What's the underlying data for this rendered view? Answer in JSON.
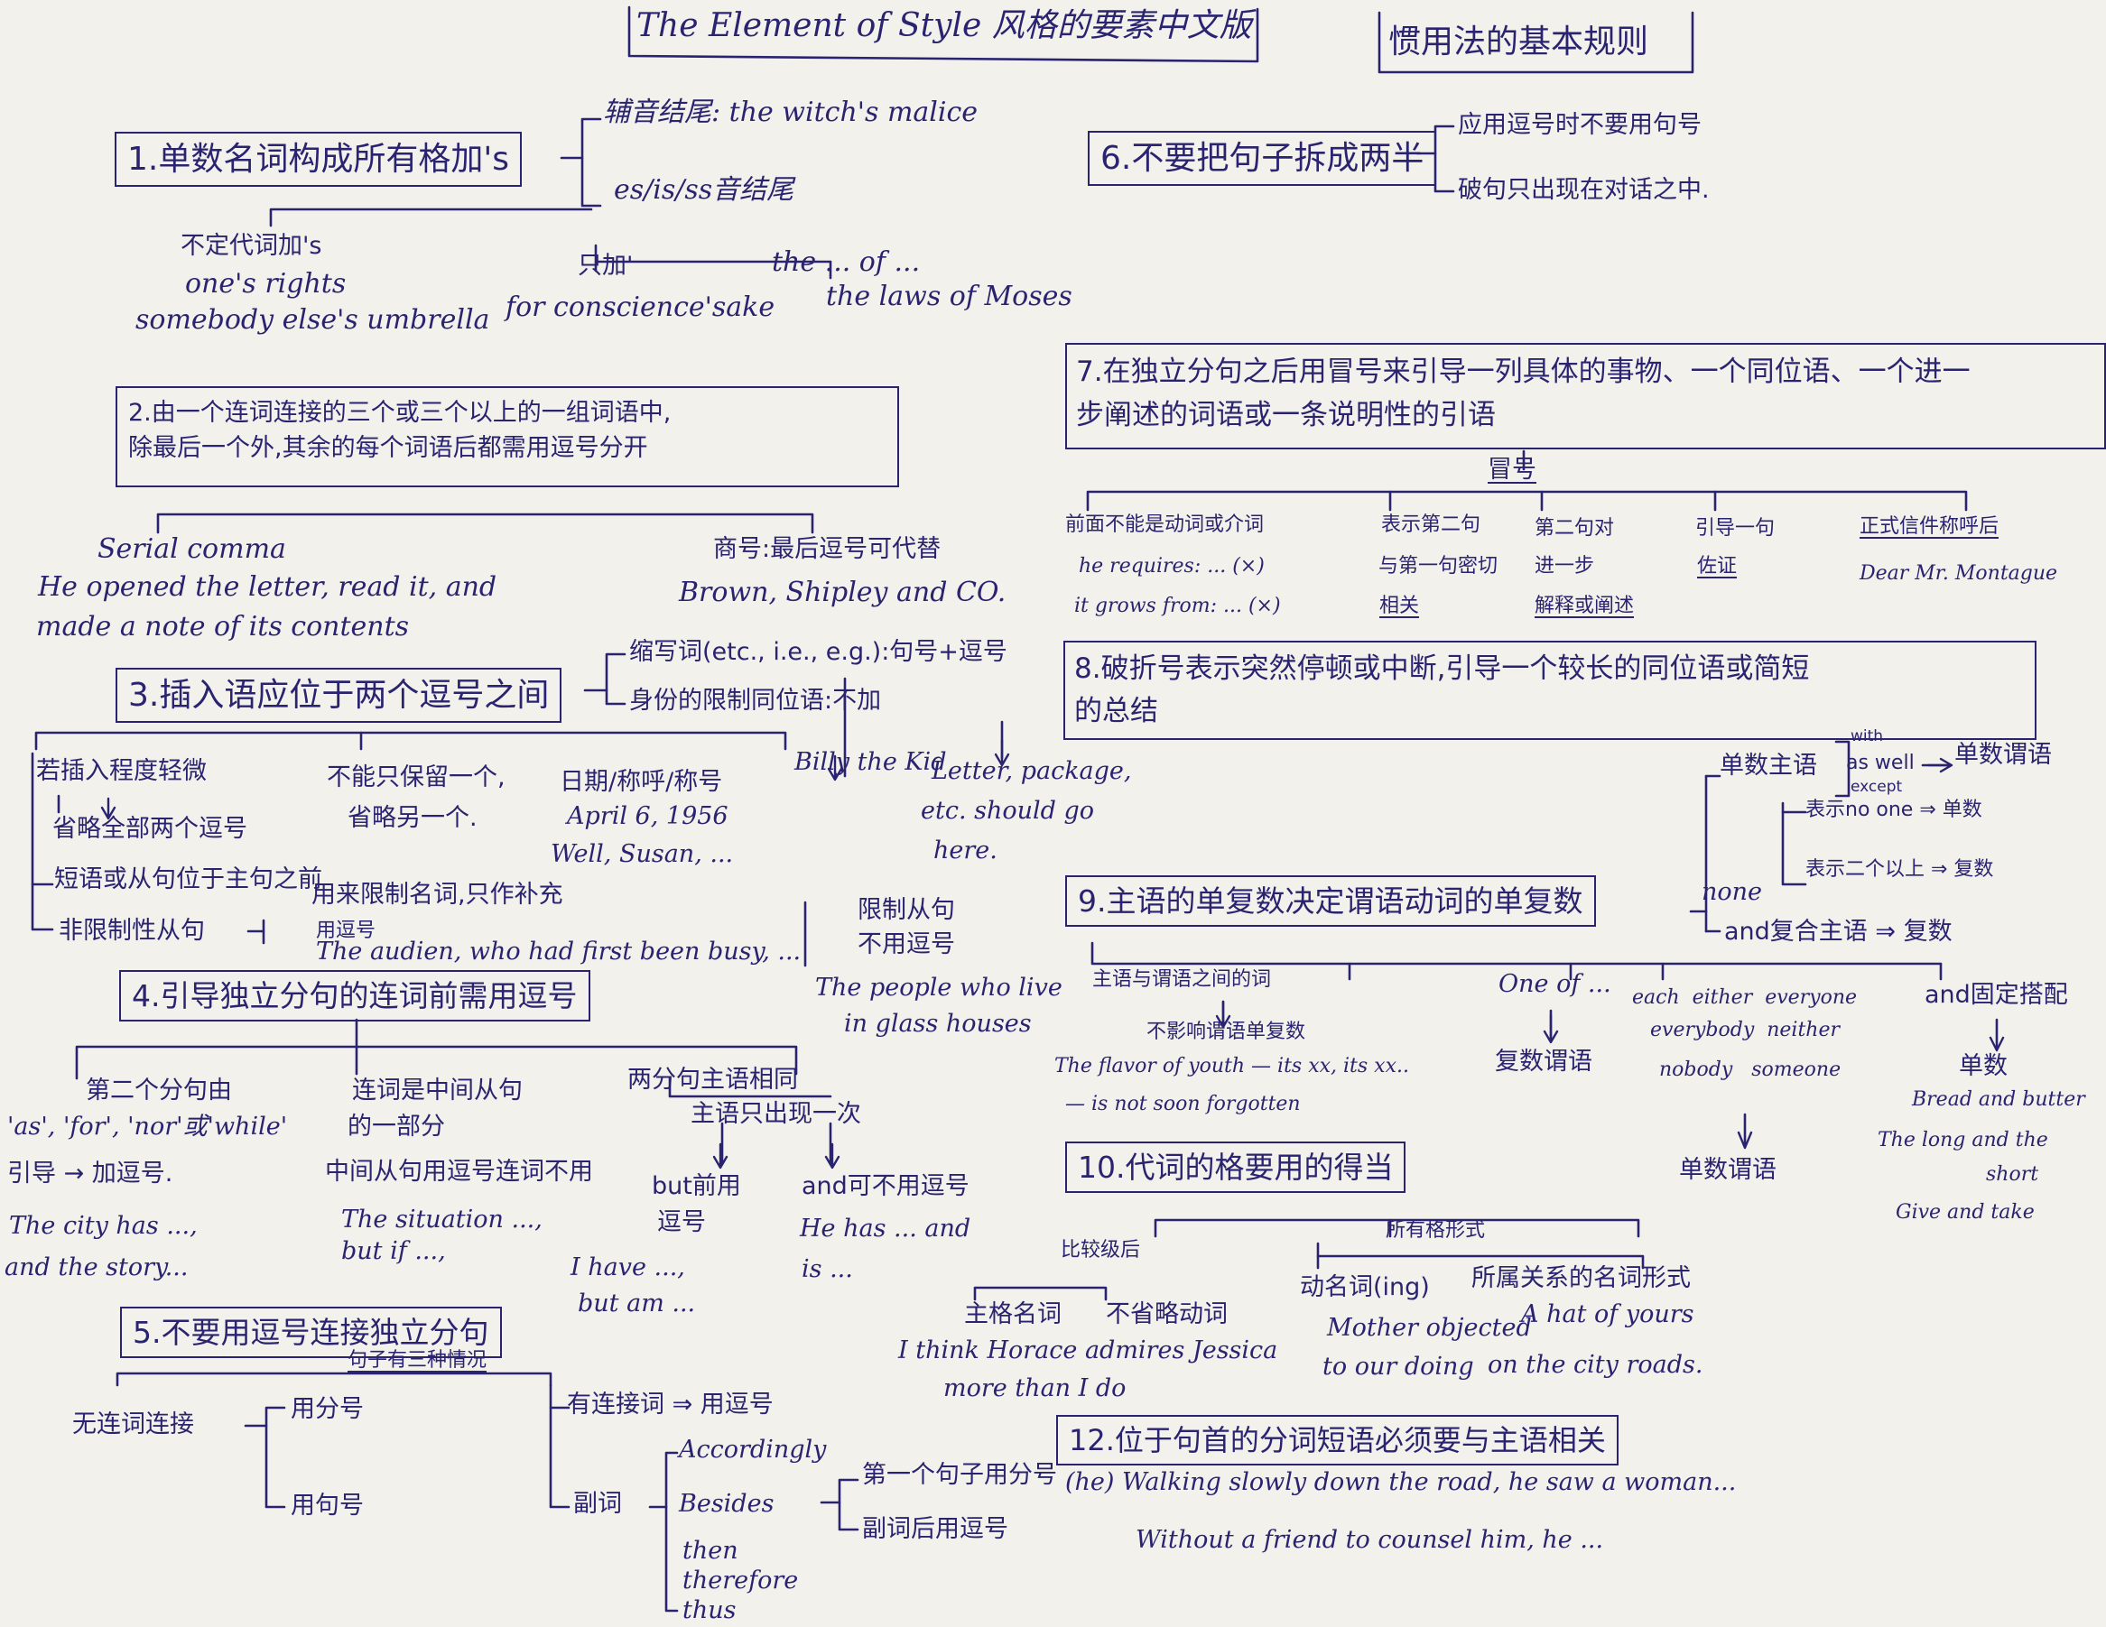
{
  "title": "The Element of Style 风格的要素中文版",
  "header_right": "惯用法的基本规则",
  "r1": {
    "heading": "1.单数名词构成所有格加's",
    "b1": "辅音结尾: the witch's malice",
    "b2": "es/is/ss音结尾",
    "pron": "不定代词加's",
    "ex1": "one's rights",
    "ex2": "somebody else's umbrella",
    "only": "只加'",
    "only_ex": "for conscience'sake",
    "of_pat": "the ... of ...",
    "of_ex": "the laws of Moses"
  },
  "r2": {
    "heading_line1": "2.由一个连词连接的三个或三个以上的一组词语中,",
    "heading_line2": "除最后一个外,其余的每个词语后都需用逗号分开",
    "serial": "Serial comma",
    "serial_ex1": "He opened the letter, read it, and",
    "serial_ex2": "made a note of its contents",
    "biz": "商号:最后逗号可代替",
    "biz_ex": "Brown, Shipley and CO."
  },
  "r3": {
    "heading": "3.插入语应位于两个逗号之间",
    "abbr": "缩写词(etc., i.e., e.g.):句号+逗号",
    "restr": "身份的限制同位语:不加",
    "billy": "Billy the Kid",
    "letter1": "Letter, package,",
    "letter2": "etc. should go",
    "letter3": "here.",
    "light1": "若插入程度轻微",
    "light2": "省略全部两个逗号",
    "cant1": "不能只保留一个,",
    "cant2": "省略另一个.",
    "date1": "日期/称呼/称号",
    "date2": "April 6, 1956",
    "date3": "Well, Susan, ...",
    "phrase": "短语或从句位于主句之前",
    "nonres_label": "用来限制名词,只作补充",
    "nonres": "非限制性从句",
    "comma_use": "用逗号",
    "adv_ex": "The audien, who had first been busy, ...",
    "res": "限制从句",
    "res_no": "不用逗号",
    "res_ex1": "The people who live",
    "res_ex2": "in glass houses"
  },
  "r4": {
    "heading": "4.引导独立分句的连词前需用逗号",
    "c1_1": "第二个分句由",
    "c1_2": "'as', 'for', 'nor'或'while'",
    "c1_3": "引导 → 加逗号.",
    "c1_ex1": "The city has ...,",
    "c1_ex2": "and the story...",
    "c2_1": "连词是中间从句",
    "c2_2": "的一部分",
    "c2_3": "中间从句用逗号连词不用",
    "c2_ex1": "The situation ...,",
    "c2_ex2": "but if ...,",
    "c3_1": "两分句主语相同",
    "c3_2": "主语只出现一次",
    "c3_but": "but前用",
    "c3_but2": "逗号",
    "c3_and": "and可不用逗号",
    "c3_ex1": "I have ...,",
    "c3_ex2": "but am ...",
    "c3_ex3": "He has ... and",
    "c3_ex4": "is ..."
  },
  "r5": {
    "heading": "5.不要用逗号连接独立分句",
    "sub": "句子有三种情况",
    "noconj": "无连词连接",
    "semi": "用分号",
    "period": "用句号",
    "conj": "有连接词 ⇒ 用逗号",
    "adv": "副词",
    "w1": "Accordingly",
    "w2": "Besides",
    "w3": "then",
    "w4": "therefore",
    "w5": "thus",
    "first": "第一个句子用分号",
    "after": "副词后用逗号"
  },
  "r6": {
    "heading": "6.不要把句子拆成两半",
    "b1": "应用逗号时不要用句号",
    "b2": "破句只出现在对话之中."
  },
  "r7": {
    "line1": "7.在独立分句之后用冒号来引导一列具体的事物、一个同位语、一个进一",
    "line2": "步阐述的词语或一条说明性的引语",
    "colon": "冒号",
    "c1": "前面不能是动词或介词",
    "c1_ex1": "he requires: ... (×)",
    "c1_ex2": "it grows from: ... (×)",
    "c2_1": "表示第二句",
    "c2_2": "与第一句密切",
    "c2_3": "相关",
    "c3_1": "第二句对",
    "c3_2": "进一步",
    "c3_3": "解释或阐述",
    "c4_1": "引导一句",
    "c4_2": "佐证",
    "c5": "正式信件称呼后",
    "c5_ex": "Dear Mr. Montague"
  },
  "r8": {
    "line1": "8.破折号表示突然停顿或中断,引导一个较长的同位语或简短",
    "line2": "的总结"
  },
  "r9": {
    "heading": "9.主语的单复数决定谓语动词的单复数",
    "single_subj": "单数主语",
    "with": "with",
    "aswell": "as well",
    "except": "except",
    "single_verb": "单数谓语",
    "none": "none",
    "no_one": "表示no one ⇒ 单数",
    "more": "表示二个以上 ⇒ 复数",
    "and_compound": "and复合主语 ⇒ 复数",
    "between": "主语与谓语之间的词",
    "noeffect": "不影响谓语单复数",
    "flavor1": "The flavor of youth — its xx, its xx..",
    "flavor2": "— is not soon forgotten",
    "oneof": "One of ...",
    "plural_pred": "复数谓语",
    "each_1": "each  either  everyone",
    "each_2": "everybody  neither",
    "each_3": "nobody   someone",
    "single_pred": "单数谓语",
    "and_fixed": "and固定搭配",
    "fixed_single": "单数",
    "bread": "Bread and butter",
    "long1": "The long and the",
    "long2": "short",
    "give": "Give and take"
  },
  "r10": {
    "heading": "10.代词的格要用的得当",
    "compare": "比较级后",
    "possessive": "所有格形式",
    "nom": "主格名词",
    "omit": "不省略动词",
    "ex1": "I think Horace admires Jessica",
    "ex2": "more than I do",
    "gerund": "动名词(ing)",
    "gerund_ex1": "Mother objected",
    "gerund_ex2": "to our doing",
    "belong": "所属关系的名词形式",
    "belong_ex1": "A hat of yours",
    "belong_ex2": "on the city roads."
  },
  "r12": {
    "heading": "12.位于句首的分词短语必须要与主语相关",
    "ex1": "(he) Walking slowly down the road, he saw a woman...",
    "ex2": "Without a friend to counsel him, he ..."
  }
}
